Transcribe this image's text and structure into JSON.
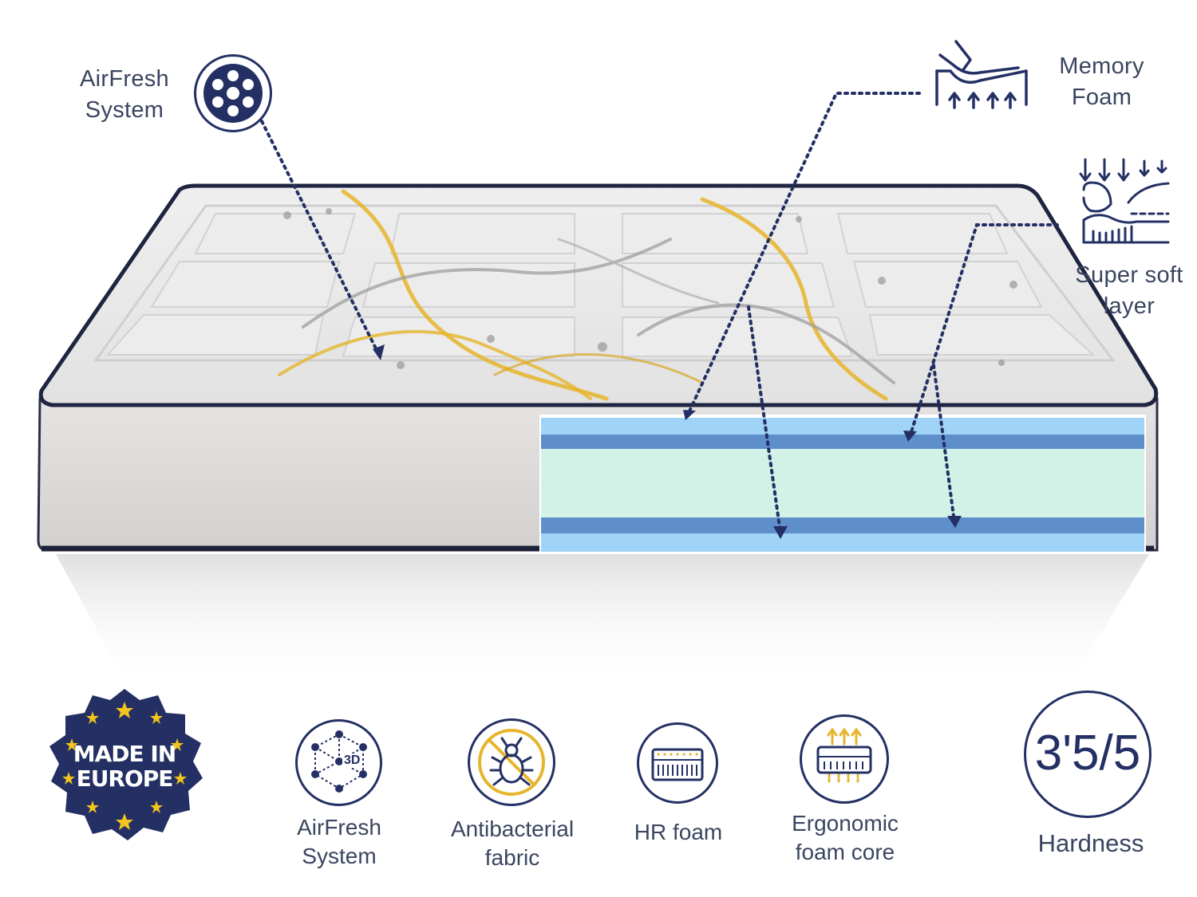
{
  "callouts": {
    "airfresh": "AirFresh System",
    "memory_foam": "Memory Foam",
    "super_soft": "Super soft layer"
  },
  "badge": {
    "line1": "MADE IN",
    "line2": "EUROPE"
  },
  "features": [
    {
      "label": "AirFresh System",
      "icon_text": "3D"
    },
    {
      "label": "Antibacterial fabric"
    },
    {
      "label": "HR foam"
    },
    {
      "label": "Ergonomic foam core"
    }
  ],
  "hardness": {
    "value": "3'5/5",
    "label": "Hardness"
  },
  "colors": {
    "navy": "#243064",
    "light_blue": "#9fd3f7",
    "mid_blue": "#5f8fcb",
    "mint": "#d2f2e8",
    "gold": "#e6b52c"
  }
}
